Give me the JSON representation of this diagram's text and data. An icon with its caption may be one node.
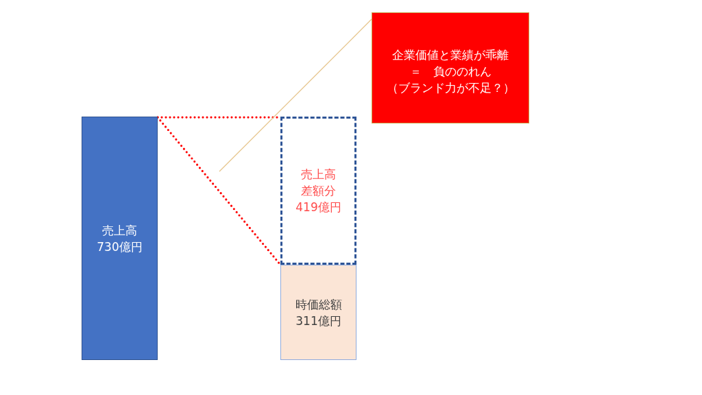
{
  "diagram": {
    "nodes": [
      {
        "text": [
          "売上高",
          "730億円"
        ]
      },
      {
        "text": [
          "売上高",
          "差額分",
          "419億円"
        ]
      },
      {
        "text": [
          "時価総額",
          "311億円"
        ]
      },
      {
        "text": [
          "企業価値と業績が乖離",
          "＝　負ののれん",
          "（ブランド力が不足？）"
        ]
      }
    ],
    "edges": [
      {
        "from": 0,
        "to": 1,
        "arrow": "none",
        "style": "dashed",
        "color": "#ff0000"
      },
      {
        "from": 0,
        "to": 1,
        "arrow": "none",
        "style": "dashed",
        "color": "#ff0000"
      },
      {
        "from": 3,
        "to": null,
        "arrow": "none",
        "color": "#e6c48a"
      }
    ]
  }
}
